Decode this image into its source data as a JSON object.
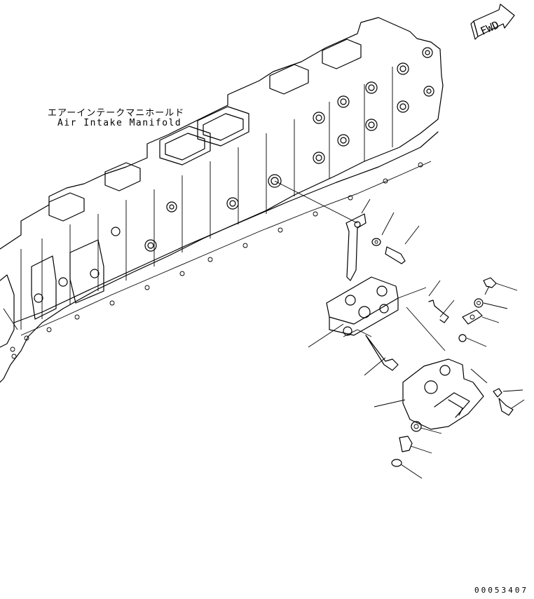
{
  "labels": {
    "manifold_jp": "エアーインテークマニホールド",
    "manifold_en": "Air Intake Manifold",
    "fwd": "FWD",
    "document_number": "00053407"
  },
  "icons": {
    "forward_arrow": "fwd-arrow-icon"
  }
}
